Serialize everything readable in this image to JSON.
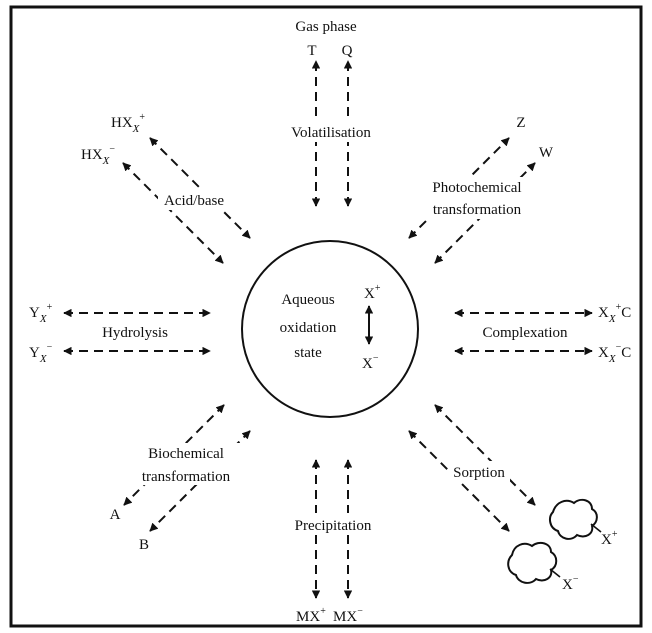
{
  "colors": {
    "ink": "#111111",
    "background": "#ffffff"
  },
  "center": {
    "lines": [
      "Aqueous",
      "oxidation",
      "state"
    ],
    "x_plus": {
      "base": "X",
      "sup": "+"
    },
    "x_minus": {
      "base": "X",
      "sup": "−"
    }
  },
  "processes": {
    "gas_phase": "Gas phase",
    "volatilisation": "Volatilisation",
    "photochemical_1": "Photochemical",
    "photochemical_2": "transformation",
    "complexation": "Complexation",
    "sorption": "Sorption",
    "precipitation": "Precipitation",
    "biochemical_1": "Biochemical",
    "biochemical_2": "transformation",
    "hydrolysis": "Hydrolysis",
    "acid_base": "Acid/base"
  },
  "species": {
    "T": "T",
    "Q": "Q",
    "Z": "Z",
    "W": "W",
    "A": "A",
    "B": "B",
    "HX": "HX",
    "X": "X",
    "Y": "Y",
    "M": "M",
    "C": "C",
    "sub_x": "X",
    "plus": "+",
    "minus": "−"
  }
}
